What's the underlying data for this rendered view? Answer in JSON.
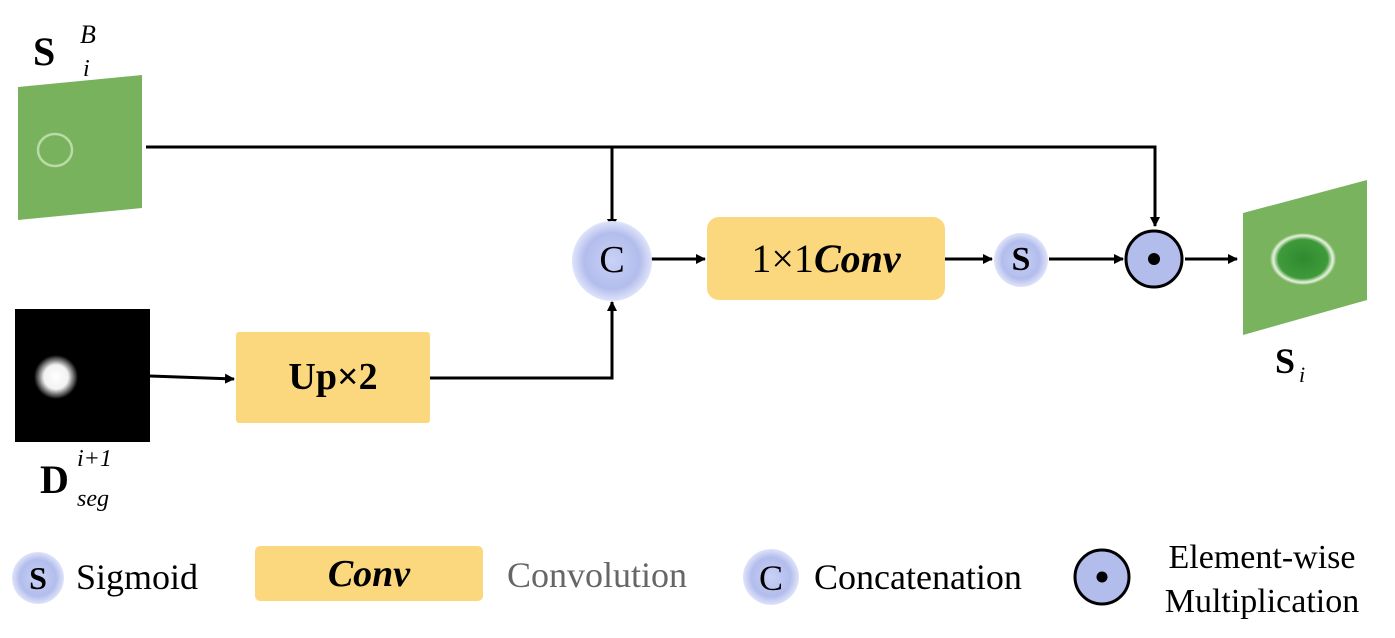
{
  "inputs": {
    "boundary_map": {
      "symbol": "S",
      "subscript": "i",
      "superscript": "B"
    },
    "decoder_seg": {
      "symbol": "D",
      "subscript": "seg",
      "superscript": "i+1"
    }
  },
  "output": {
    "symbol": "S",
    "subscript": "i"
  },
  "nodes": {
    "upsample_label": "Up×2",
    "concat_symbol": "C",
    "conv_label_prefix": "1×1",
    "conv_label_italic": "Conv",
    "sigmoid_symbol": "S",
    "multiply_symbol": "⊙"
  },
  "legend": {
    "sigmoid_symbol": "S",
    "sigmoid_label": "Sigmoid",
    "conv_box_label": "Conv",
    "conv_label": "Convolution",
    "concat_symbol": "C",
    "concat_label": "Concatenation",
    "multiply_label_line1": "Element-wise",
    "multiply_label_line2": "Multiplication"
  },
  "colors": {
    "box_fill": "#fbd87d",
    "circle_fill": "#bcc6ef",
    "map_green": "#79b35e",
    "arrow": "#000000"
  }
}
